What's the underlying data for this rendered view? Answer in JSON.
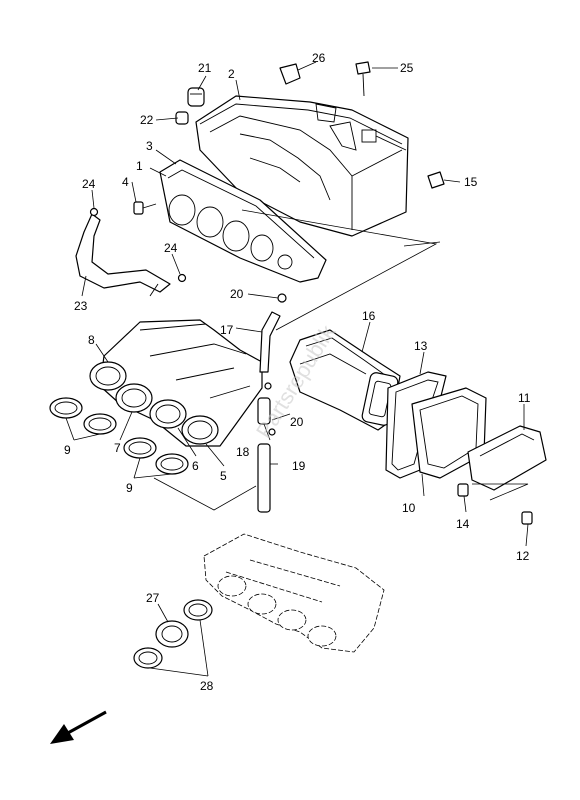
{
  "diagram": {
    "watermark": "Partsrepublik",
    "callouts": {
      "p1": "1",
      "p2": "2",
      "p3": "3",
      "p4": "4",
      "p5": "5",
      "p6": "6",
      "p7": "7",
      "p8": "8",
      "p9a": "9",
      "p9b": "9",
      "p10": "10",
      "p11": "11",
      "p12": "12",
      "p13": "13",
      "p14": "14",
      "p15": "15",
      "p16": "16",
      "p17": "17",
      "p18": "18",
      "p19": "19",
      "p20a": "20",
      "p20b": "20",
      "p21": "21",
      "p22": "22",
      "p23": "23",
      "p24a": "24",
      "p24b": "24",
      "p25": "25",
      "p26": "26",
      "p27": "27",
      "p28": "28"
    },
    "direction_arrow": "arrow-down-left-icon"
  }
}
